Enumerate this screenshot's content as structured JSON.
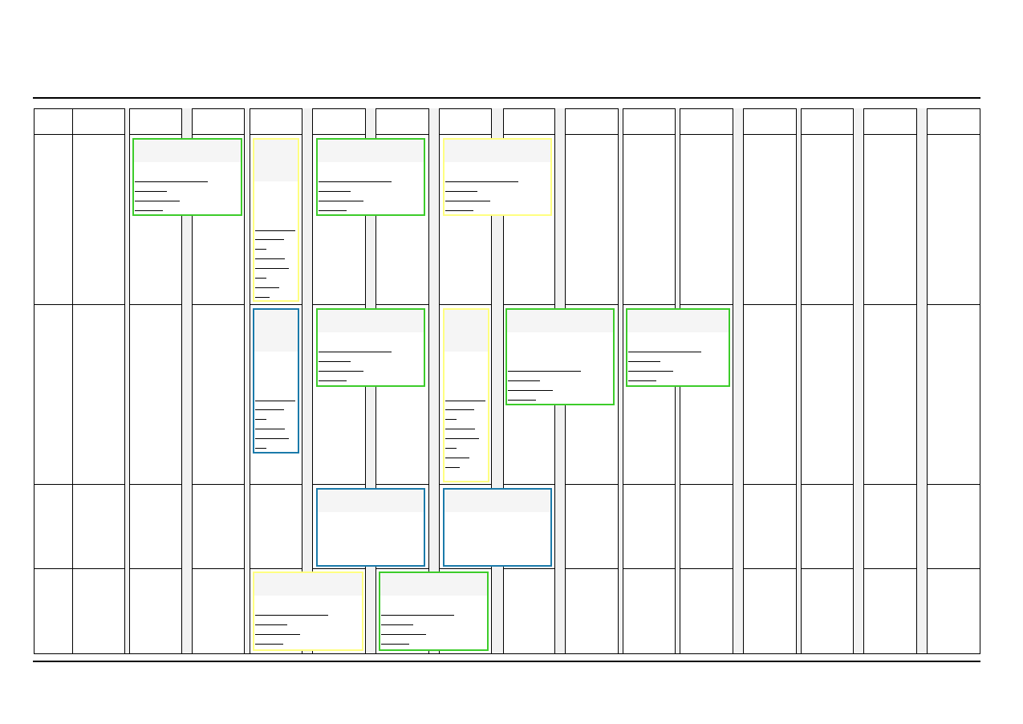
{
  "colors": {
    "rule": "#000000",
    "grid_line": "#000000",
    "gutter_fill": "#f2f2f2",
    "card_header_fill": "#f5f5f5",
    "green": "#3ccc2a",
    "yellow": "#ffff80",
    "blue": "#1a7aaa"
  },
  "grid": {
    "column_count": 15,
    "row_count": 4
  },
  "events": [
    {
      "color": "green"
    },
    {
      "color": "yellow"
    },
    {
      "color": "green"
    },
    {
      "color": "yellow"
    },
    {
      "color": "blue"
    },
    {
      "color": "green"
    },
    {
      "color": "yellow"
    },
    {
      "color": "green"
    },
    {
      "color": "green"
    },
    {
      "color": "blue"
    },
    {
      "color": "blue"
    },
    {
      "color": "yellow"
    },
    {
      "color": "green"
    }
  ]
}
